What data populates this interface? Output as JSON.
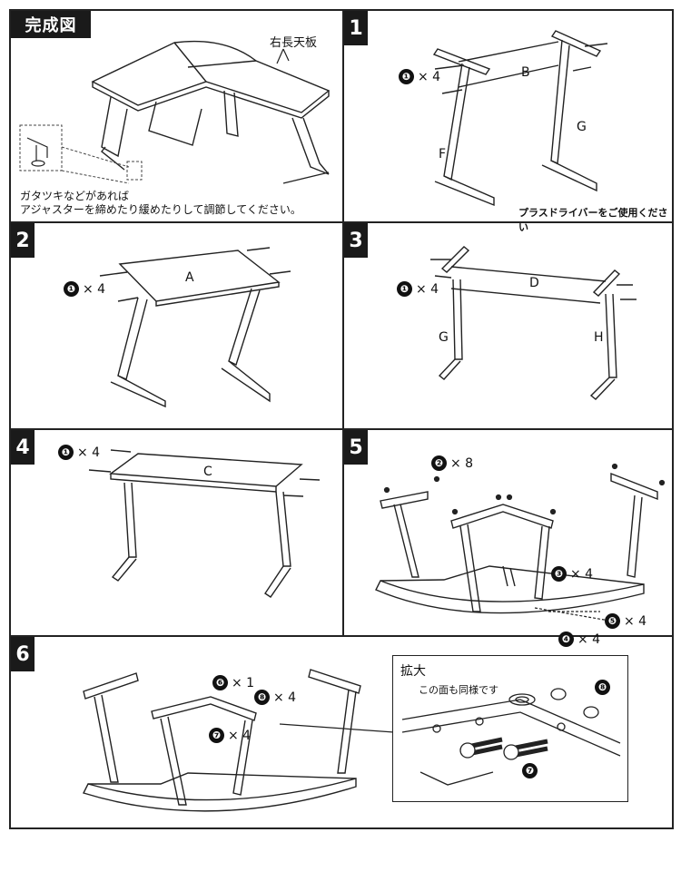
{
  "completed": {
    "title": "完成図",
    "top_label": "右長天板",
    "note_line1": "ガタツキなどがあれば",
    "note_line2": "アジャスターを締めたり緩めたりして調節してください。"
  },
  "steps": [
    {
      "number": "1",
      "labels": [
        "B",
        "F",
        "G"
      ],
      "parts": [
        {
          "id": "❶",
          "qty": "× 4"
        }
      ],
      "note": "プラスドライバーをご使用ください"
    },
    {
      "number": "2",
      "labels": [
        "A"
      ],
      "parts": [
        {
          "id": "❶",
          "qty": "× 4"
        }
      ]
    },
    {
      "number": "3",
      "labels": [
        "D",
        "G",
        "H"
      ],
      "parts": [
        {
          "id": "❶",
          "qty": "× 4"
        }
      ]
    },
    {
      "number": "4",
      "labels": [
        "C"
      ],
      "parts": [
        {
          "id": "❶",
          "qty": "× 4"
        }
      ]
    },
    {
      "number": "5",
      "labels": [],
      "parts": [
        {
          "id": "❷",
          "qty": "× 8"
        },
        {
          "id": "❸",
          "qty": "× 4"
        },
        {
          "id": "❺",
          "qty": "× 4"
        },
        {
          "id": "❹",
          "qty": "× 4"
        }
      ]
    },
    {
      "number": "6",
      "labels": [],
      "parts": [
        {
          "id": "❻",
          "qty": "× 1"
        },
        {
          "id": "❽",
          "qty": "× 4"
        },
        {
          "id": "❼",
          "qty": "× 4"
        }
      ],
      "zoom": {
        "title": "拡大",
        "caption": "この面も同様です",
        "marks": [
          "❽",
          "❼"
        ]
      }
    }
  ]
}
